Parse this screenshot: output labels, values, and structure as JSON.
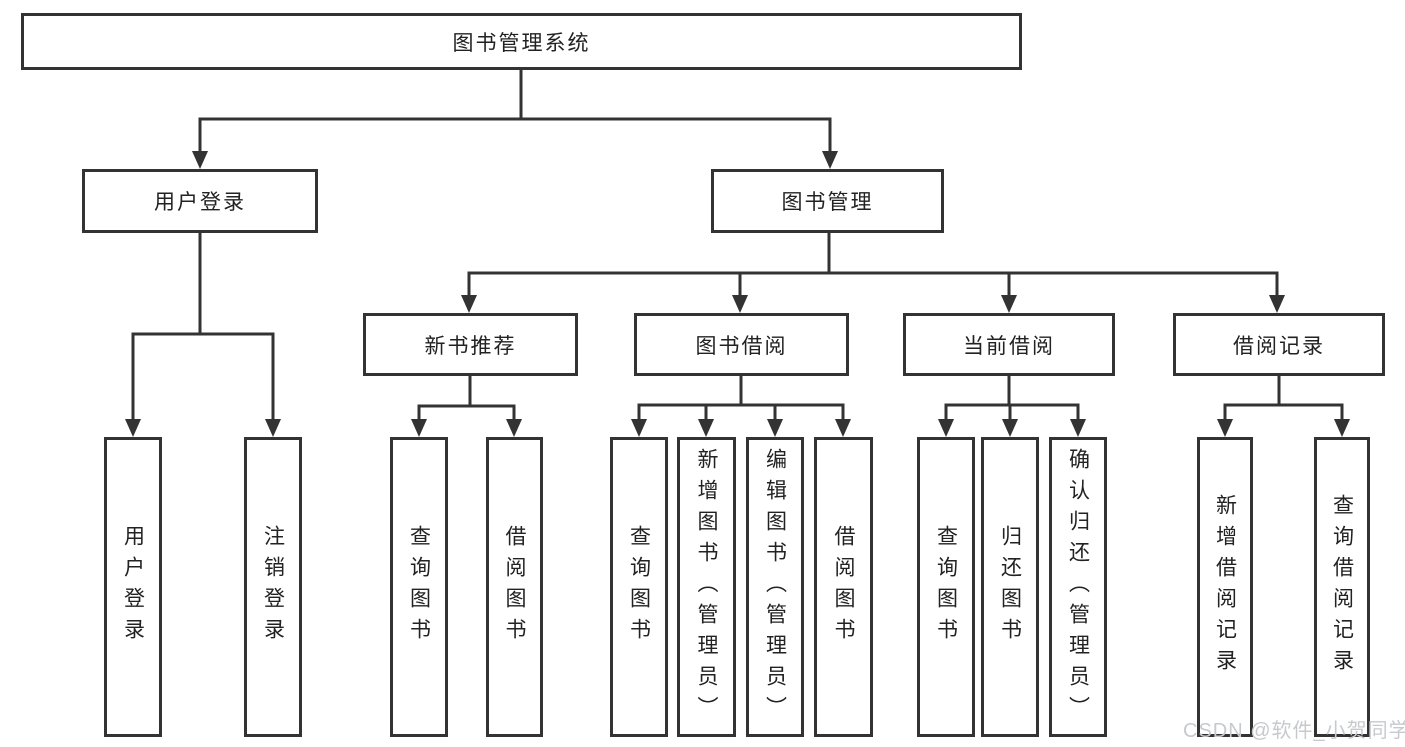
{
  "diagram": {
    "type": "hierarchy-chart",
    "title": "图书管理系统",
    "watermark": "CSDN @软件_小贺同学",
    "colors": {
      "line": "#333333",
      "border": "#333333",
      "text": "#222222",
      "box_background": "#ffffff",
      "watermark": "#c6cacf"
    },
    "nodes": [
      {
        "id": "root",
        "label": "图书管理系统",
        "level": 1,
        "parent": null,
        "orientation": "horizontal"
      },
      {
        "id": "user-login",
        "label": "用户登录",
        "level": 2,
        "parent": "root",
        "orientation": "horizontal"
      },
      {
        "id": "book-mgmt",
        "label": "图书管理",
        "level": 2,
        "parent": "root",
        "orientation": "horizontal"
      },
      {
        "id": "new-book-rec",
        "label": "新书推荐",
        "level": 3,
        "parent": "book-mgmt",
        "orientation": "horizontal"
      },
      {
        "id": "book-borrow",
        "label": "图书借阅",
        "level": 3,
        "parent": "book-mgmt",
        "orientation": "horizontal"
      },
      {
        "id": "current-borrow",
        "label": "当前借阅",
        "level": 3,
        "parent": "book-mgmt",
        "orientation": "horizontal"
      },
      {
        "id": "borrow-records",
        "label": "借阅记录",
        "level": 3,
        "parent": "book-mgmt",
        "orientation": "horizontal"
      },
      {
        "id": "login-leaf",
        "label": "用户登录",
        "level": 4,
        "parent": "user-login",
        "orientation": "vertical"
      },
      {
        "id": "logout-leaf",
        "label": "注销登录",
        "level": 4,
        "parent": "user-login",
        "orientation": "vertical"
      },
      {
        "id": "rec-query-books",
        "label": "查询图书",
        "level": 4,
        "parent": "new-book-rec",
        "orientation": "vertical"
      },
      {
        "id": "rec-borrow-books",
        "label": "借阅图书",
        "level": 4,
        "parent": "new-book-rec",
        "orientation": "vertical"
      },
      {
        "id": "bb-query-books",
        "label": "查询图书",
        "level": 4,
        "parent": "book-borrow",
        "orientation": "vertical"
      },
      {
        "id": "bb-add-books",
        "label": "新增图书（管理员）",
        "level": 4,
        "parent": "book-borrow",
        "orientation": "vertical"
      },
      {
        "id": "bb-edit-books",
        "label": "编辑图书（管理员）",
        "level": 4,
        "parent": "book-borrow",
        "orientation": "vertical"
      },
      {
        "id": "bb-borrow-books",
        "label": "借阅图书",
        "level": 4,
        "parent": "book-borrow",
        "orientation": "vertical"
      },
      {
        "id": "cb-query-books",
        "label": "查询图书",
        "level": 4,
        "parent": "current-borrow",
        "orientation": "vertical"
      },
      {
        "id": "cb-return-books",
        "label": "归还图书",
        "level": 4,
        "parent": "current-borrow",
        "orientation": "vertical"
      },
      {
        "id": "cb-confirm-return",
        "label": "确认归还（管理员）",
        "level": 4,
        "parent": "current-borrow",
        "orientation": "vertical"
      },
      {
        "id": "br-add-record",
        "label": "新增借阅记录",
        "level": 4,
        "parent": "borrow-records",
        "orientation": "vertical"
      },
      {
        "id": "br-query-record",
        "label": "查询借阅记录",
        "level": 4,
        "parent": "borrow-records",
        "orientation": "vertical"
      }
    ]
  }
}
